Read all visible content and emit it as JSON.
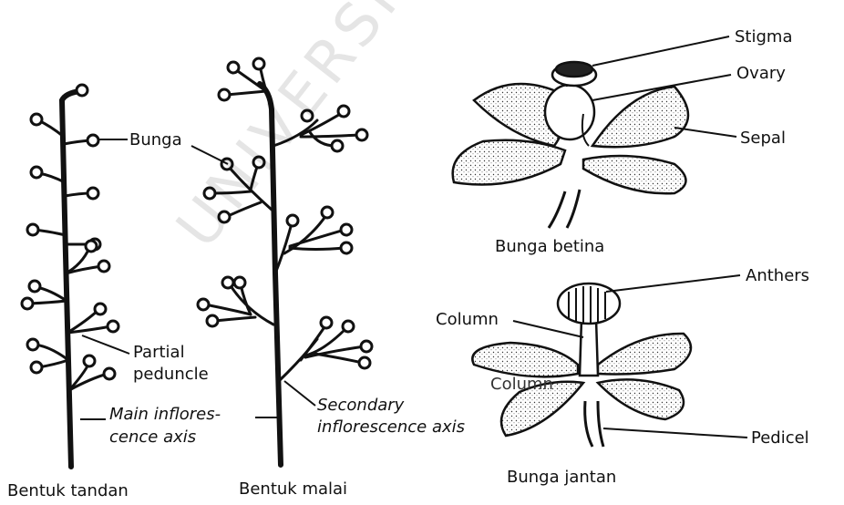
{
  "watermark": "UNIVERSITAS TANJUNGPURA",
  "labels": {
    "bunga": "Bunga",
    "partial_peduncle_1": "Partial",
    "partial_peduncle_2": "peduncle",
    "main_axis_1": "Main inflores-",
    "main_axis_2": "cence axis",
    "secondary_axis_1": "Secondary",
    "secondary_axis_2": "inflorescence axis",
    "bentuk_tandan": "Bentuk tandan",
    "bentuk_malai": "Bentuk malai",
    "stigma": "Stigma",
    "ovary": "Ovary",
    "sepal": "Sepal",
    "bunga_betina": "Bunga betina",
    "anthers": "Anthers",
    "column_top": "Column",
    "column_mid": "Column",
    "pedicel": "Pedicel",
    "bunga_jantan": "Bunga jantan"
  }
}
